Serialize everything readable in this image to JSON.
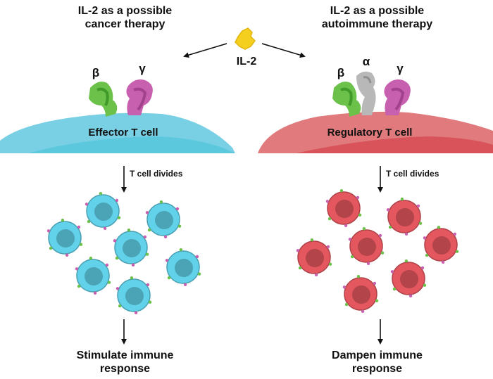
{
  "left": {
    "title_line1": "IL-2 as a possible",
    "title_line2": "cancer therapy",
    "receptor_beta": "β",
    "receptor_gamma": "γ",
    "cell_label": "Effector T cell",
    "divides_label": "T cell divides",
    "response_line1": "Stimulate immune",
    "response_line2": "response",
    "cell_color": "#5cc8de",
    "membrane_color": "#79cfe4"
  },
  "right": {
    "title_line1": "IL-2 as a possible",
    "title_line2": "autoimmune therapy",
    "receptor_beta": "β",
    "receptor_alpha": "α",
    "receptor_gamma": "γ",
    "cell_label": "Regulatory T cell",
    "divides_label": "T cell divides",
    "response_line1": "Dampen immune",
    "response_line2": "response",
    "cell_color": "#d9535a",
    "membrane_color": "#e07a7d"
  },
  "center": {
    "cytokine_label": "IL-2",
    "cytokine_color": "#f5cf1e"
  },
  "colors": {
    "beta_subunit": "#6cc14a",
    "gamma_subunit": "#c860b0",
    "alpha_subunit": "#b8b8b8"
  }
}
